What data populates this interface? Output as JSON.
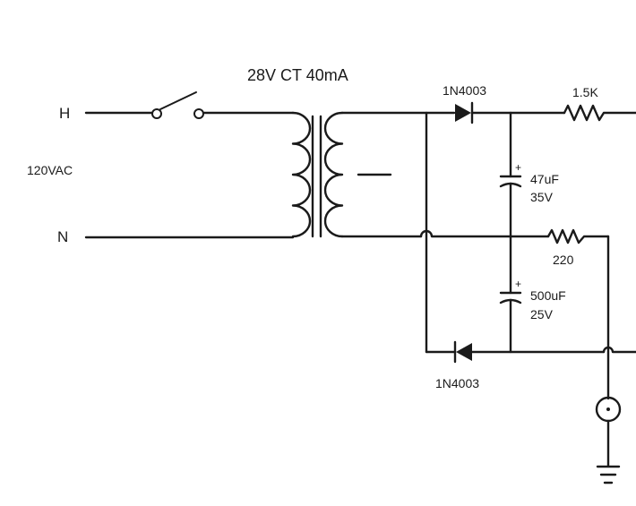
{
  "transformer": {
    "label": "28V CT 40mA"
  },
  "line_input": {
    "hot_label": "H",
    "neutral_label": "N",
    "voltage_label": "120VAC"
  },
  "diodes": {
    "top_part": "1N4003",
    "bottom_part": "1N4003"
  },
  "resistors": {
    "r_top": "1.5K",
    "r_mid": "220"
  },
  "capacitors": {
    "c_top_value": "47uF",
    "c_top_voltage": "35V",
    "c_bottom_value": "500uF",
    "c_bottom_voltage": "25V",
    "polarity_mark": "+"
  }
}
